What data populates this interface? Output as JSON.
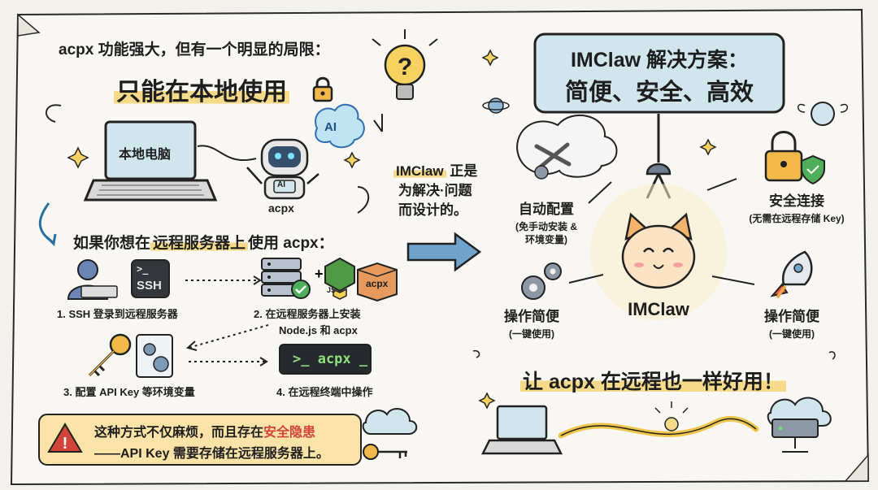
{
  "left": {
    "intro": "acpx 功能强大，但有一个明显的局限：",
    "local_only": "只能在本地使用",
    "laptop_label": "本地电脑",
    "ai_bubble": "AI",
    "robot_chest": "AI",
    "robot_label": "acpx",
    "remote_prefix": "如果你想在",
    "remote_highlight": "远程服务器上",
    "remote_suffix": "使用 acpx：",
    "steps": [
      "1. SSH 登录到远程服务器",
      "2. 在远程服务器上安装",
      "Node.js 和 acpx",
      "3. 配置 API Key 等环境变量",
      "4. 在远程终端中操作"
    ],
    "ssh_top": ">_",
    "ssh_bottom": "SSH",
    "box_label": "acpx",
    "terminal_text": ">_ acpx _",
    "warning_line1_a": "这种方式不仅麻烦，而且存在",
    "warning_line1_b": "安全隐患",
    "warning_line2": "——API Key 需要存储在远程服务器上。"
  },
  "middle": {
    "line1_hl": "IMClaw",
    "line1_rest": " 正是",
    "line2": "为解决·问题",
    "line3": "而设计的。"
  },
  "right": {
    "title_line1": "IMClaw 解决方案：",
    "title_line2": "简便、安全、高效",
    "auto_config": "自动配置",
    "auto_config_sub1": "(免手动安装 &",
    "auto_config_sub2": "环境变量)",
    "secure": "安全连接",
    "secure_sub": "(无需在远程存储 Key)",
    "easy_left": "操作简便",
    "easy_left_sub": "(一键使用)",
    "easy_right": "操作简便",
    "easy_right_sub": "(一键使用)",
    "center_label": "IMClaw",
    "slogan": "让 acpx 在远程也一样好用！"
  },
  "colors": {
    "paper": "#f3f1ec",
    "panel": "#cfe6ec",
    "highlight": "#f7d98a",
    "ink": "#1e1e1e",
    "danger": "#d2443a",
    "accent_orange": "#f0a24a",
    "accent_green": "#4fae5a"
  }
}
